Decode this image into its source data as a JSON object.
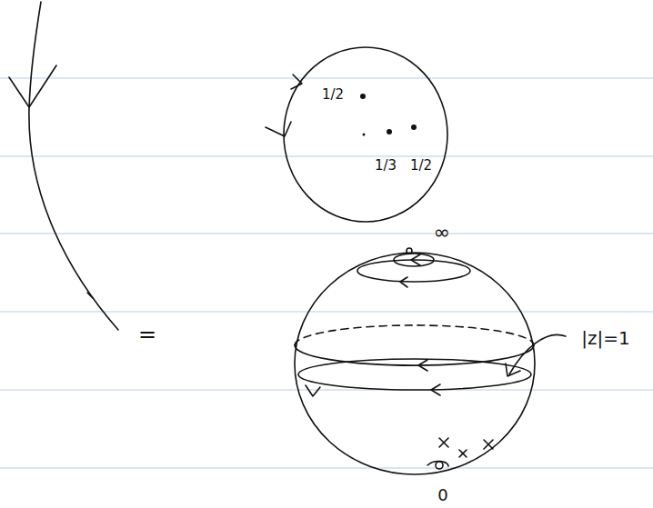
{
  "diagram": {
    "labels": [
      "=",
      "1/2",
      "1/3",
      "1/2",
      "∞",
      "0",
      "|z|=1"
    ]
  }
}
